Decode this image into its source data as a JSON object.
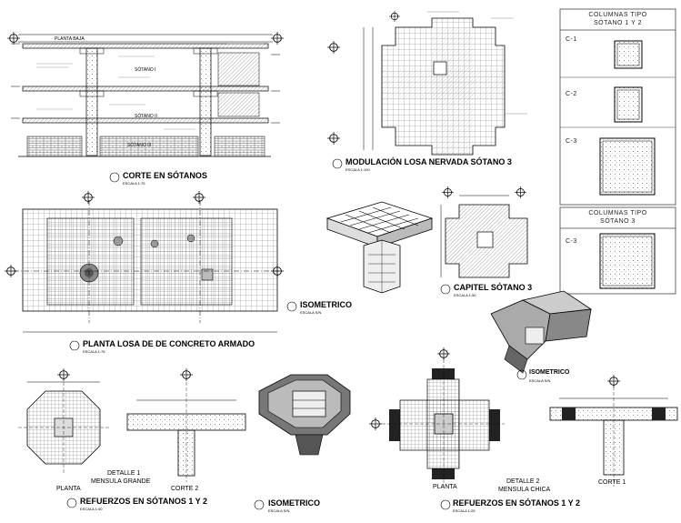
{
  "sheet": {
    "corte_sotanos": {
      "title": "CORTE EN SÓTANOS",
      "scale": "ESCALA 1:75",
      "labels": [
        "PLANTA BAJA",
        "SÓTANO I",
        "SÓTANO II",
        "SÓTANO III"
      ]
    },
    "modulacion": {
      "title": "MODULACIÓN LOSA NERVADA SÓTANO 3",
      "scale": "ESCALA 1:100"
    },
    "planta_losa": {
      "title": "PLANTA LOSA DE DE CONCRETO ARMADO",
      "scale": "ESCALA 1:75"
    },
    "isometrico_1": {
      "title": "ISOMETRICO",
      "scale": "ESCALA S/N"
    },
    "capitel": {
      "title": "CAPITEL SÓTANO 3",
      "scale": "ESCALA 1:50"
    },
    "isometrico_2": {
      "title": "ISOMETRICO",
      "scale": "ESCALA S/N"
    },
    "refuerzos_1": {
      "title": "REFUERZOS EN SÓTANOS 1 Y 2",
      "scale": "ESCALA 1:40",
      "sub": [
        "PLANTA",
        "DETALLE 1",
        "MENSULA GRANDE",
        "CORTE 2"
      ]
    },
    "isometrico_3": {
      "title": "ISOMETRICO",
      "scale": "ESCALA S/N"
    },
    "refuerzos_2": {
      "title": "REFUERZOS EN SÓTANOS 1 Y 2",
      "scale": "ESCALA 1:25",
      "sub": [
        "PLANTA",
        "DETALLE 2",
        "MENSULA CHICA",
        "CORTE 1"
      ]
    },
    "columnas_tipo_1": {
      "title_line1": "COLUMNAS TIPO",
      "title_line2": "SÓTANO 1 Y 2",
      "rows": [
        "C-1",
        "C-2",
        "C-3"
      ]
    },
    "columnas_tipo_2": {
      "title_line1": "COLUMNAS TIPO",
      "title_line2": "SÓTANO 3",
      "rows": [
        "C-3"
      ]
    }
  }
}
